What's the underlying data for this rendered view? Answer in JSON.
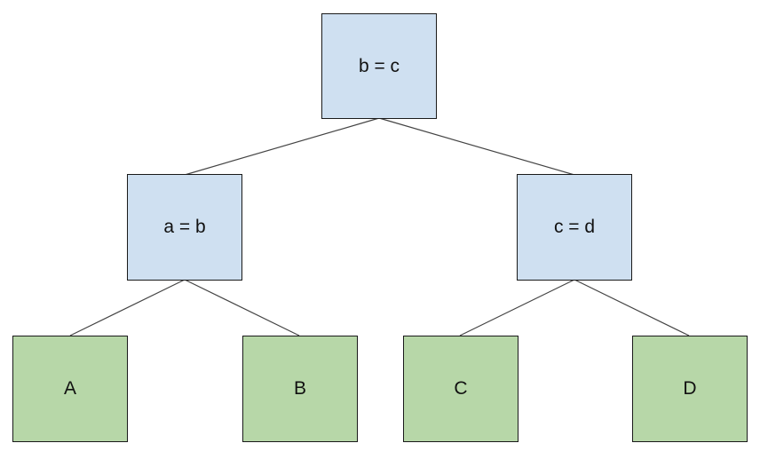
{
  "colors": {
    "internal_fill": "#cfe0f1",
    "leaf_fill": "#b7d7a8",
    "border": "#1a1a1a",
    "edge": "#444444"
  },
  "nodes": {
    "root": {
      "label": "b = c",
      "kind": "internal"
    },
    "left": {
      "label": "a = b",
      "kind": "internal"
    },
    "right": {
      "label": "c = d",
      "kind": "internal"
    },
    "leaf_a": {
      "label": "A",
      "kind": "leaf"
    },
    "leaf_b": {
      "label": "B",
      "kind": "leaf"
    },
    "leaf_c": {
      "label": "C",
      "kind": "leaf"
    },
    "leaf_d": {
      "label": "D",
      "kind": "leaf"
    }
  },
  "edges": [
    {
      "from": "root",
      "to": "left"
    },
    {
      "from": "root",
      "to": "right"
    },
    {
      "from": "left",
      "to": "leaf_a"
    },
    {
      "from": "left",
      "to": "leaf_b"
    },
    {
      "from": "right",
      "to": "leaf_c"
    },
    {
      "from": "right",
      "to": "leaf_d"
    }
  ]
}
